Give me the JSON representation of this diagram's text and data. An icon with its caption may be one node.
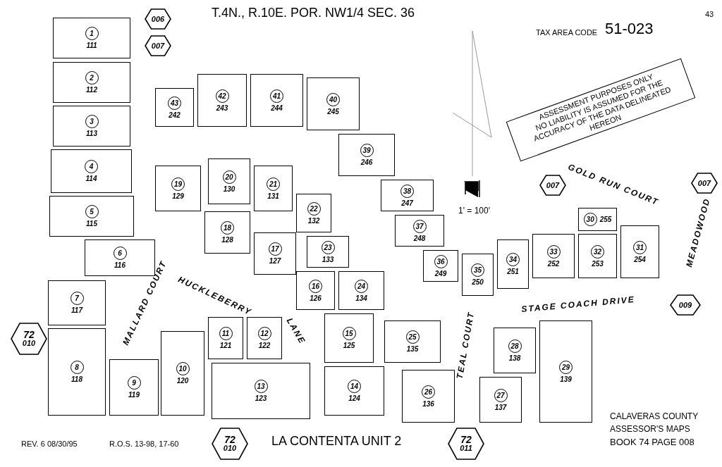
{
  "diagram": {
    "title": "T.4N., R.10E. POR. NW1/4 SEC. 36",
    "nodes": [
      {
        "text": [
          "006"
        ]
      },
      {
        "text": [
          "007"
        ]
      },
      {
        "text": [
          "111"
        ]
      },
      {
        "text": [
          "1"
        ],
        "in": 2
      },
      {
        "text": [
          "112"
        ]
      },
      {
        "text": [
          "2"
        ],
        "in": 4
      },
      {
        "text": [
          "113"
        ]
      },
      {
        "text": [
          "3"
        ],
        "in": 6
      },
      {
        "text": [
          "114"
        ]
      },
      {
        "text": [
          "4"
        ],
        "in": 8
      },
      {
        "text": [
          "115"
        ]
      },
      {
        "text": [
          "5"
        ],
        "in": 10
      },
      {
        "text": [
          "116"
        ]
      },
      {
        "text": [
          "6"
        ],
        "in": 12
      },
      {
        "text": [
          "117"
        ]
      },
      {
        "text": [
          "7"
        ],
        "in": 14
      },
      {
        "text": [
          "118"
        ]
      },
      {
        "text": [
          "8"
        ],
        "in": 16
      },
      {
        "text": [
          "119"
        ]
      },
      {
        "text": [
          "9"
        ],
        "in": 18
      },
      {
        "text": [
          "120"
        ]
      },
      {
        "text": [
          "10"
        ],
        "in": 20
      },
      {
        "text": [
          "121"
        ]
      },
      {
        "text": [
          "11"
        ],
        "in": 22
      },
      {
        "text": [
          "122"
        ]
      },
      {
        "text": [
          "12"
        ],
        "in": 24
      },
      {
        "text": [
          "123"
        ]
      },
      {
        "text": [
          "13"
        ],
        "in": 26
      },
      {
        "text": [
          "124"
        ]
      },
      {
        "text": [
          "14"
        ],
        "in": 28
      },
      {
        "text": [
          "125"
        ]
      },
      {
        "text": [
          "15"
        ],
        "in": 30
      },
      {
        "text": [
          "126"
        ]
      },
      {
        "text": [
          "16"
        ],
        "in": 32
      },
      {
        "text": [
          "127"
        ]
      },
      {
        "text": [
          "17"
        ],
        "in": 34
      },
      {
        "text": [
          "128"
        ]
      },
      {
        "text": [
          "18"
        ],
        "in": 36
      },
      {
        "text": [
          "129"
        ]
      },
      {
        "text": [
          "19"
        ],
        "in": 38
      },
      {
        "text": [
          "130"
        ]
      },
      {
        "text": [
          "20"
        ],
        "in": 40
      },
      {
        "text": [
          "131"
        ]
      },
      {
        "text": [
          "21"
        ],
        "in": 42
      },
      {
        "text": [
          "132"
        ]
      },
      {
        "text": [
          "22"
        ],
        "in": 44
      },
      {
        "text": [
          "133"
        ]
      },
      {
        "text": [
          "23"
        ],
        "in": 46
      },
      {
        "text": [
          "134"
        ]
      },
      {
        "text": [
          "24"
        ],
        "in": 48
      },
      {
        "text": [
          "135"
        ]
      },
      {
        "text": [
          "25"
        ],
        "in": 50
      },
      {
        "text": [
          "136"
        ]
      },
      {
        "text": [
          "26"
        ],
        "in": 52
      },
      {
        "text": [
          "137"
        ]
      },
      {
        "text": [
          "27"
        ],
        "in": 54
      },
      {
        "text": [
          "138"
        ]
      },
      {
        "text": [
          "28"
        ],
        "in": 56
      },
      {
        "text": [
          "139"
        ]
      },
      {
        "text": [
          "29"
        ],
        "in": 58
      },
      {
        "text": [
          "255"
        ]
      },
      {
        "text": [
          "30"
        ],
        "in": 60
      },
      {
        "text": [
          "254"
        ]
      },
      {
        "text": [
          "31"
        ],
        "in": 62
      },
      {
        "text": [
          "253"
        ]
      },
      {
        "text": [
          "32"
        ],
        "in": 64
      },
      {
        "text": [
          "252"
        ]
      },
      {
        "text": [
          "33"
        ],
        "in": 66
      },
      {
        "text": [
          "251"
        ]
      },
      {
        "text": [
          "34"
        ],
        "in": 68
      },
      {
        "text": [
          "250"
        ]
      },
      {
        "text": [
          "35"
        ],
        "in": 70
      },
      {
        "text": [
          "249"
        ]
      },
      {
        "text": [
          "36"
        ],
        "in": 72
      },
      {
        "text": [
          "248"
        ]
      },
      {
        "text": [
          "37"
        ],
        "in": 74
      },
      {
        "text": [
          "247"
        ]
      },
      {
        "text": [
          "38"
        ],
        "in": 76
      },
      {
        "text": [
          "246"
        ]
      },
      {
        "text": [
          "39"
        ],
        "in": 78
      },
      {
        "text": [
          "245"
        ]
      },
      {
        "text": [
          "40"
        ],
        "in": 80
      },
      {
        "text": [
          "244"
        ]
      },
      {
        "text": [
          "41"
        ],
        "in": 82
      },
      {
        "text": [
          "243"
        ]
      },
      {
        "text": [
          "42"
        ],
        "in": 84
      },
      {
        "text": [
          "242"
        ]
      },
      {
        "text": [
          "43"
        ],
        "in": 86
      },
      {
        "text": [
          "ASSESSMENT PURPOSES ONLY",
          "NO LIABILITY IS ASSUMED FOR THE ACCURACY OF THE DATA DELINEATED HEREON"
        ]
      },
      {
        "text": [
          "007"
        ]
      },
      {
        "text": [
          "007"
        ]
      },
      {
        "text": [
          "009"
        ]
      },
      {
        "text": [
          "72",
          "010"
        ]
      },
      {
        "text": [
          "72",
          "010"
        ]
      },
      {
        "text": [
          "72",
          "011"
        ]
      }
    ],
    "labels": [
      "43",
      "TAX AREA CODE",
      "51-023",
      "1' = 100'",
      "GOLD RUN COURT",
      "MEADOWOOD",
      "STAGE COACH DRIVE",
      "MALLARD COURT",
      "HUCKLEBERRY",
      "LANE",
      "TEAL COURT",
      "REV. 6 08/30/95",
      "R.O.S. 13-98, 17-60",
      "LA CONTENTA UNIT 2",
      "CALAVERAS COUNTY",
      "ASSESSOR'S MAPS",
      "BOOK 74 PAGE 008"
    ]
  }
}
